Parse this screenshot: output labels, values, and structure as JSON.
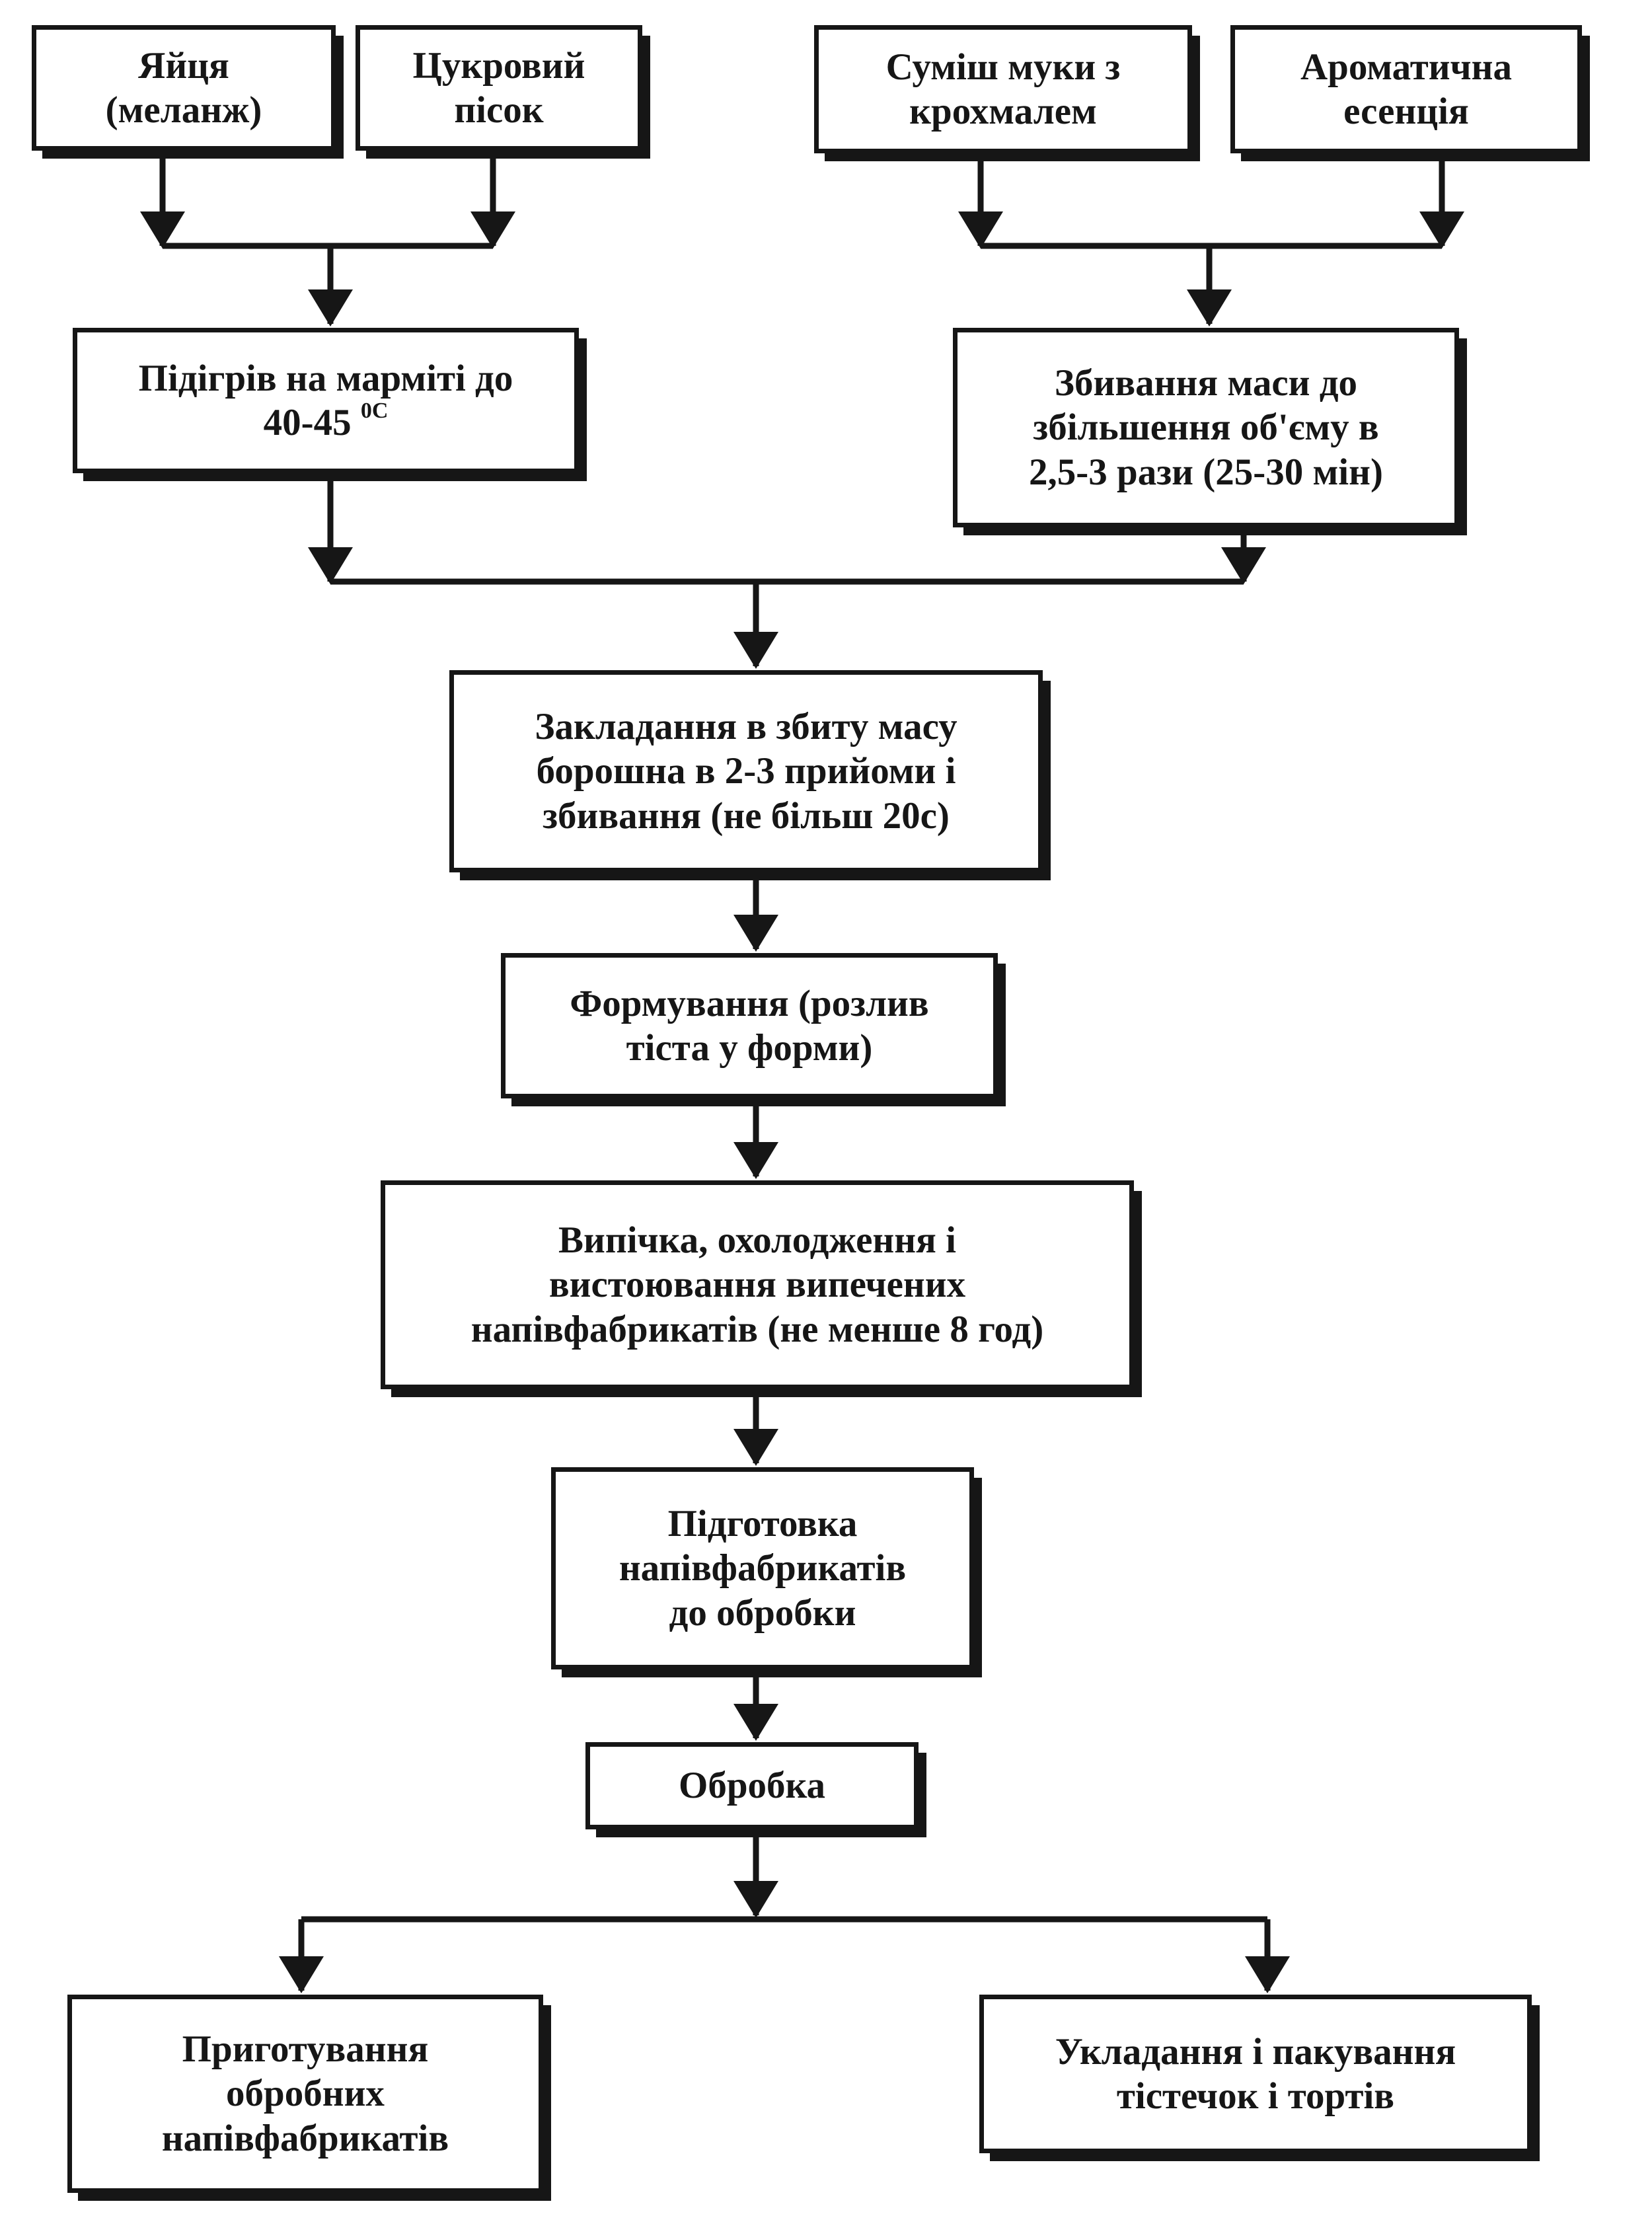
{
  "colors": {
    "ink": "#161616",
    "background": "#ffffff"
  },
  "nodes": {
    "eggs": {
      "label": "Яйця\n(меланж)"
    },
    "sugar": {
      "label": "Цукровий\nпісок"
    },
    "flour_mix": {
      "label": "Суміш муки з\nкрохмалем"
    },
    "essence": {
      "label": "Ароматична\nесенція"
    },
    "heating": {
      "label": "Підігрів на марміті до\n40-45",
      "unit": "0С"
    },
    "whipping": {
      "label": "Збивання маси до\nзбільшення об'єму в\n2,5-3 рази (25-30 мін)"
    },
    "adding_flour": {
      "label": "Закладання в збиту масу\nборошна в 2-3 прийоми і\nзбивання (не більш 20с)"
    },
    "forming": {
      "label": "Формування (розлив\nтіста у форми)"
    },
    "baking": {
      "label": "Випічка, охолодження і\nвистоювання випечених\nнапівфабрикатів (не менше 8 год)"
    },
    "preparation": {
      "label": "Підготовка\nнапівфабрикатів\nдо обробки"
    },
    "processing": {
      "label": "Обробка"
    },
    "finishing": {
      "label": "Приготування\nобробних\nнапівфабрикатів"
    },
    "packing": {
      "label": "Укладання і пакування\nтістечок і тортів"
    }
  },
  "edges": [
    {
      "from": "eggs",
      "to": "heating"
    },
    {
      "from": "sugar",
      "to": "heating"
    },
    {
      "from": "flour_mix",
      "to": "whipping"
    },
    {
      "from": "essence",
      "to": "whipping"
    },
    {
      "from": "heating",
      "to": "adding_flour"
    },
    {
      "from": "whipping",
      "to": "adding_flour"
    },
    {
      "from": "adding_flour",
      "to": "forming"
    },
    {
      "from": "forming",
      "to": "baking"
    },
    {
      "from": "baking",
      "to": "preparation"
    },
    {
      "from": "preparation",
      "to": "processing"
    },
    {
      "from": "processing",
      "to": "finishing"
    },
    {
      "from": "processing",
      "to": "packing"
    }
  ]
}
